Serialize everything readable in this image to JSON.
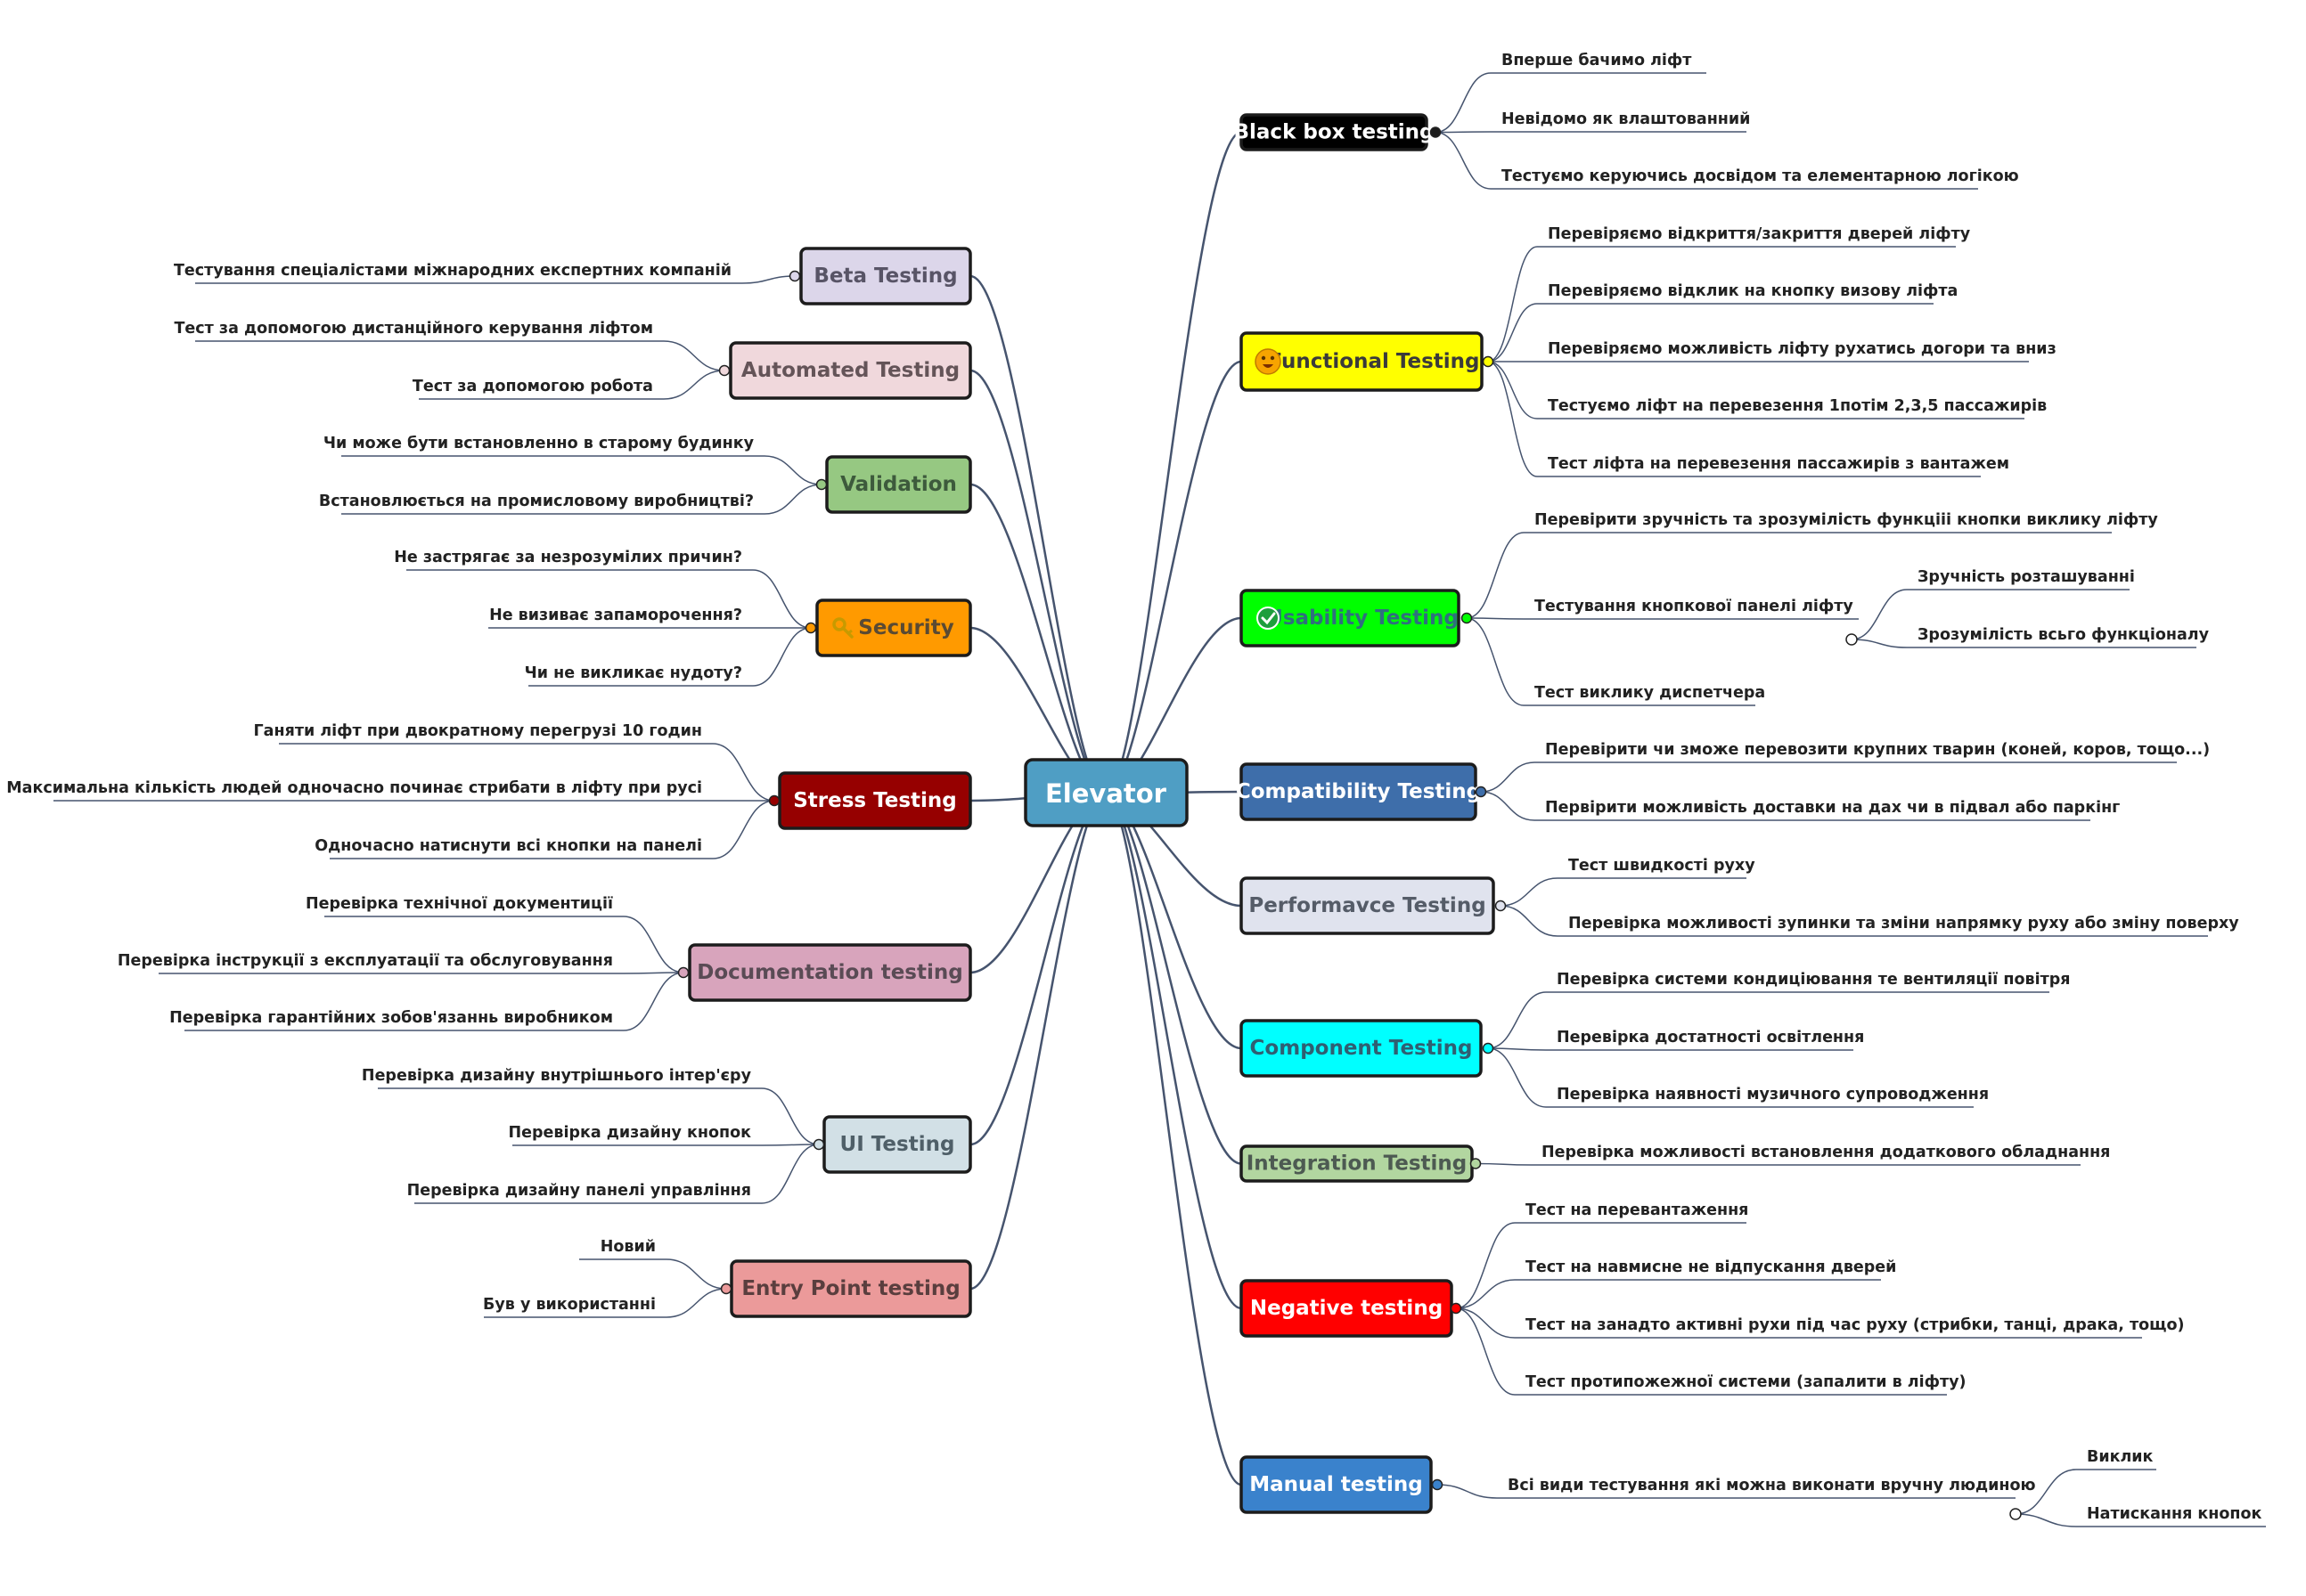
{
  "root": {
    "label": "Elevator",
    "color": "#4f9ec4",
    "text_color": "#ffffff"
  },
  "right_branches": [
    {
      "label": "Black box testing",
      "fill": "#000000",
      "text_color": "#ffffff",
      "children": [
        {
          "label": "Вперше бачимо ліфт"
        },
        {
          "label": "Невідомо як влаштованний"
        },
        {
          "label": "Тестуємо керуючись досвідом та елементарною логікою"
        }
      ]
    },
    {
      "label": "Functional Testing",
      "fill": "#ffff00",
      "text_color": "#3a3a3a",
      "icon": "smiley-icon",
      "children": [
        {
          "label": "Перевіряємо відкриття/закриття дверей ліфту"
        },
        {
          "label": "Перевіряємо відклик на кнопку визову ліфта"
        },
        {
          "label": "Перевіряємо можливість ліфту рухатись догори та вниз"
        },
        {
          "label": "Тестуємо ліфт на перевезення 1потім 2,3,5 пассажирів"
        },
        {
          "label": "Тест ліфта на перевезення пассажирів з вантажем"
        }
      ]
    },
    {
      "label": "Usability Testing",
      "fill": "#00ff00",
      "text_color": "#2f6f7f",
      "icon": "checkmark-icon",
      "children": [
        {
          "label": "Перевірити зручність та зрозумілість функцііі кнопки виклику ліфту"
        },
        {
          "label": "Тестування кнопкової панелі ліфту",
          "children": [
            {
              "label": "Зручність розташуванні"
            },
            {
              "label": "Зрозумілість всьго функціоналу"
            }
          ]
        },
        {
          "label": "Тест виклику диспетчера"
        }
      ]
    },
    {
      "label": "Compatibility Testing",
      "fill": "#3e6eaa",
      "text_color": "#ffffff",
      "children": [
        {
          "label": "Перевірити чи зможе перевозити крупних тварин (коней, коров, тощо...)"
        },
        {
          "label": "Первірити можливість доставки на дах чи в підвал або паркінг"
        }
      ]
    },
    {
      "label": "Performavce Testing",
      "fill": "#e0e3ee",
      "text_color": "#555c68",
      "children": [
        {
          "label": "Тест швидкості руху"
        },
        {
          "label": "Перевірка можливості зупинки та зміни напрямку руху або зміну поверху"
        }
      ]
    },
    {
      "label": "Component Testing",
      "fill": "#00ffff",
      "text_color": "#2f5f72",
      "children": [
        {
          "label": "Перевірка системи кондиціювання те вентиляції повітря"
        },
        {
          "label": "Перевірка достатності освітлення"
        },
        {
          "label": "Перевірка наявності музичного супроводження"
        }
      ]
    },
    {
      "label": "Integration Testing",
      "fill": "#b2d6a0",
      "text_color": "#4d5a52",
      "children": [
        {
          "label": "Перевірка можливості встановлення додаткового обладнання"
        }
      ]
    },
    {
      "label": "Negative testing",
      "fill": "#ff0000",
      "text_color": "#ffffff",
      "children": [
        {
          "label": "Тест на перевантаження"
        },
        {
          "label": "Тест на навмисне не відпускання дверей"
        },
        {
          "label": "Тест на занадто активні рухи під час руху (стрибки, танці, драка, тощо)"
        },
        {
          "label": "Тест протипожежної системи (запалити в ліфту)"
        }
      ]
    },
    {
      "label": "Manual testing",
      "fill": "#3a82cc",
      "text_color": "#ffffff",
      "children": [
        {
          "label": "Всі види тестування які можна виконати вручну людиною",
          "children": [
            {
              "label": "Виклик"
            },
            {
              "label": "Натискання кнопок"
            }
          ]
        }
      ]
    }
  ],
  "left_branches": [
    {
      "label": "Beta Testing",
      "fill": "#dcd6ea",
      "text_color": "#585466",
      "children": [
        {
          "label": "Тестування спеціалістами міжнародних експертних компаній"
        }
      ]
    },
    {
      "label": "Automated Testing",
      "fill": "#f0d8dc",
      "text_color": "#645458",
      "children": [
        {
          "label": "Тест за допомогою дистанційного керування ліфтом"
        },
        {
          "label": "Тест за допомогою робота"
        }
      ]
    },
    {
      "label": "Validation",
      "fill": "#96c882",
      "text_color": "#3d5a3c",
      "children": [
        {
          "label": "Чи може бути встановленно в старому будинку"
        },
        {
          "label": "Встановлюється на промисловому виробництві?"
        }
      ]
    },
    {
      "label": "Security",
      "fill": "#ff9a00",
      "text_color": "#5a4a33",
      "icon": "key-icon",
      "children": [
        {
          "label": "Не застрягає за незрозумілих причин?"
        },
        {
          "label": "Не визиває запаморочення?"
        },
        {
          "label": "Чи не викликає нудоту?"
        }
      ]
    },
    {
      "label": "Stress Testing",
      "fill": "#960000",
      "text_color": "#ffffff",
      "children": [
        {
          "label": "Ганяти ліфт при двократному перегрузі 10 годин"
        },
        {
          "label": "Максимальна кількість людей одночасно починає стрибати в ліфту при русі"
        },
        {
          "label": "Одночасно натиснути всі кнопки на панелі"
        }
      ]
    },
    {
      "label": "Documentation testing",
      "fill": "#d8a4bc",
      "text_color": "#5a4b55",
      "children": [
        {
          "label": "Перевірка технічної документиції"
        },
        {
          "label": "Перевірка інструкції з експлуатації та обслуговування"
        },
        {
          "label": "Перевірка гарантійних зобов'язаннь виробником"
        }
      ]
    },
    {
      "label": "UI Testing",
      "fill": "#d2e0e6",
      "text_color": "#4f5f68",
      "children": [
        {
          "label": "Перевірка дизайну внутрішнього інтер'єру"
        },
        {
          "label": "Перевірка дизайну кнопок"
        },
        {
          "label": "Перевірка дизайну панелі управління"
        }
      ]
    },
    {
      "label": "Entry Point testing",
      "fill": "#eb9a9a",
      "text_color": "#5a3e3e",
      "children": [
        {
          "label": "Новий"
        },
        {
          "label": "Був у використанні"
        }
      ]
    }
  ]
}
